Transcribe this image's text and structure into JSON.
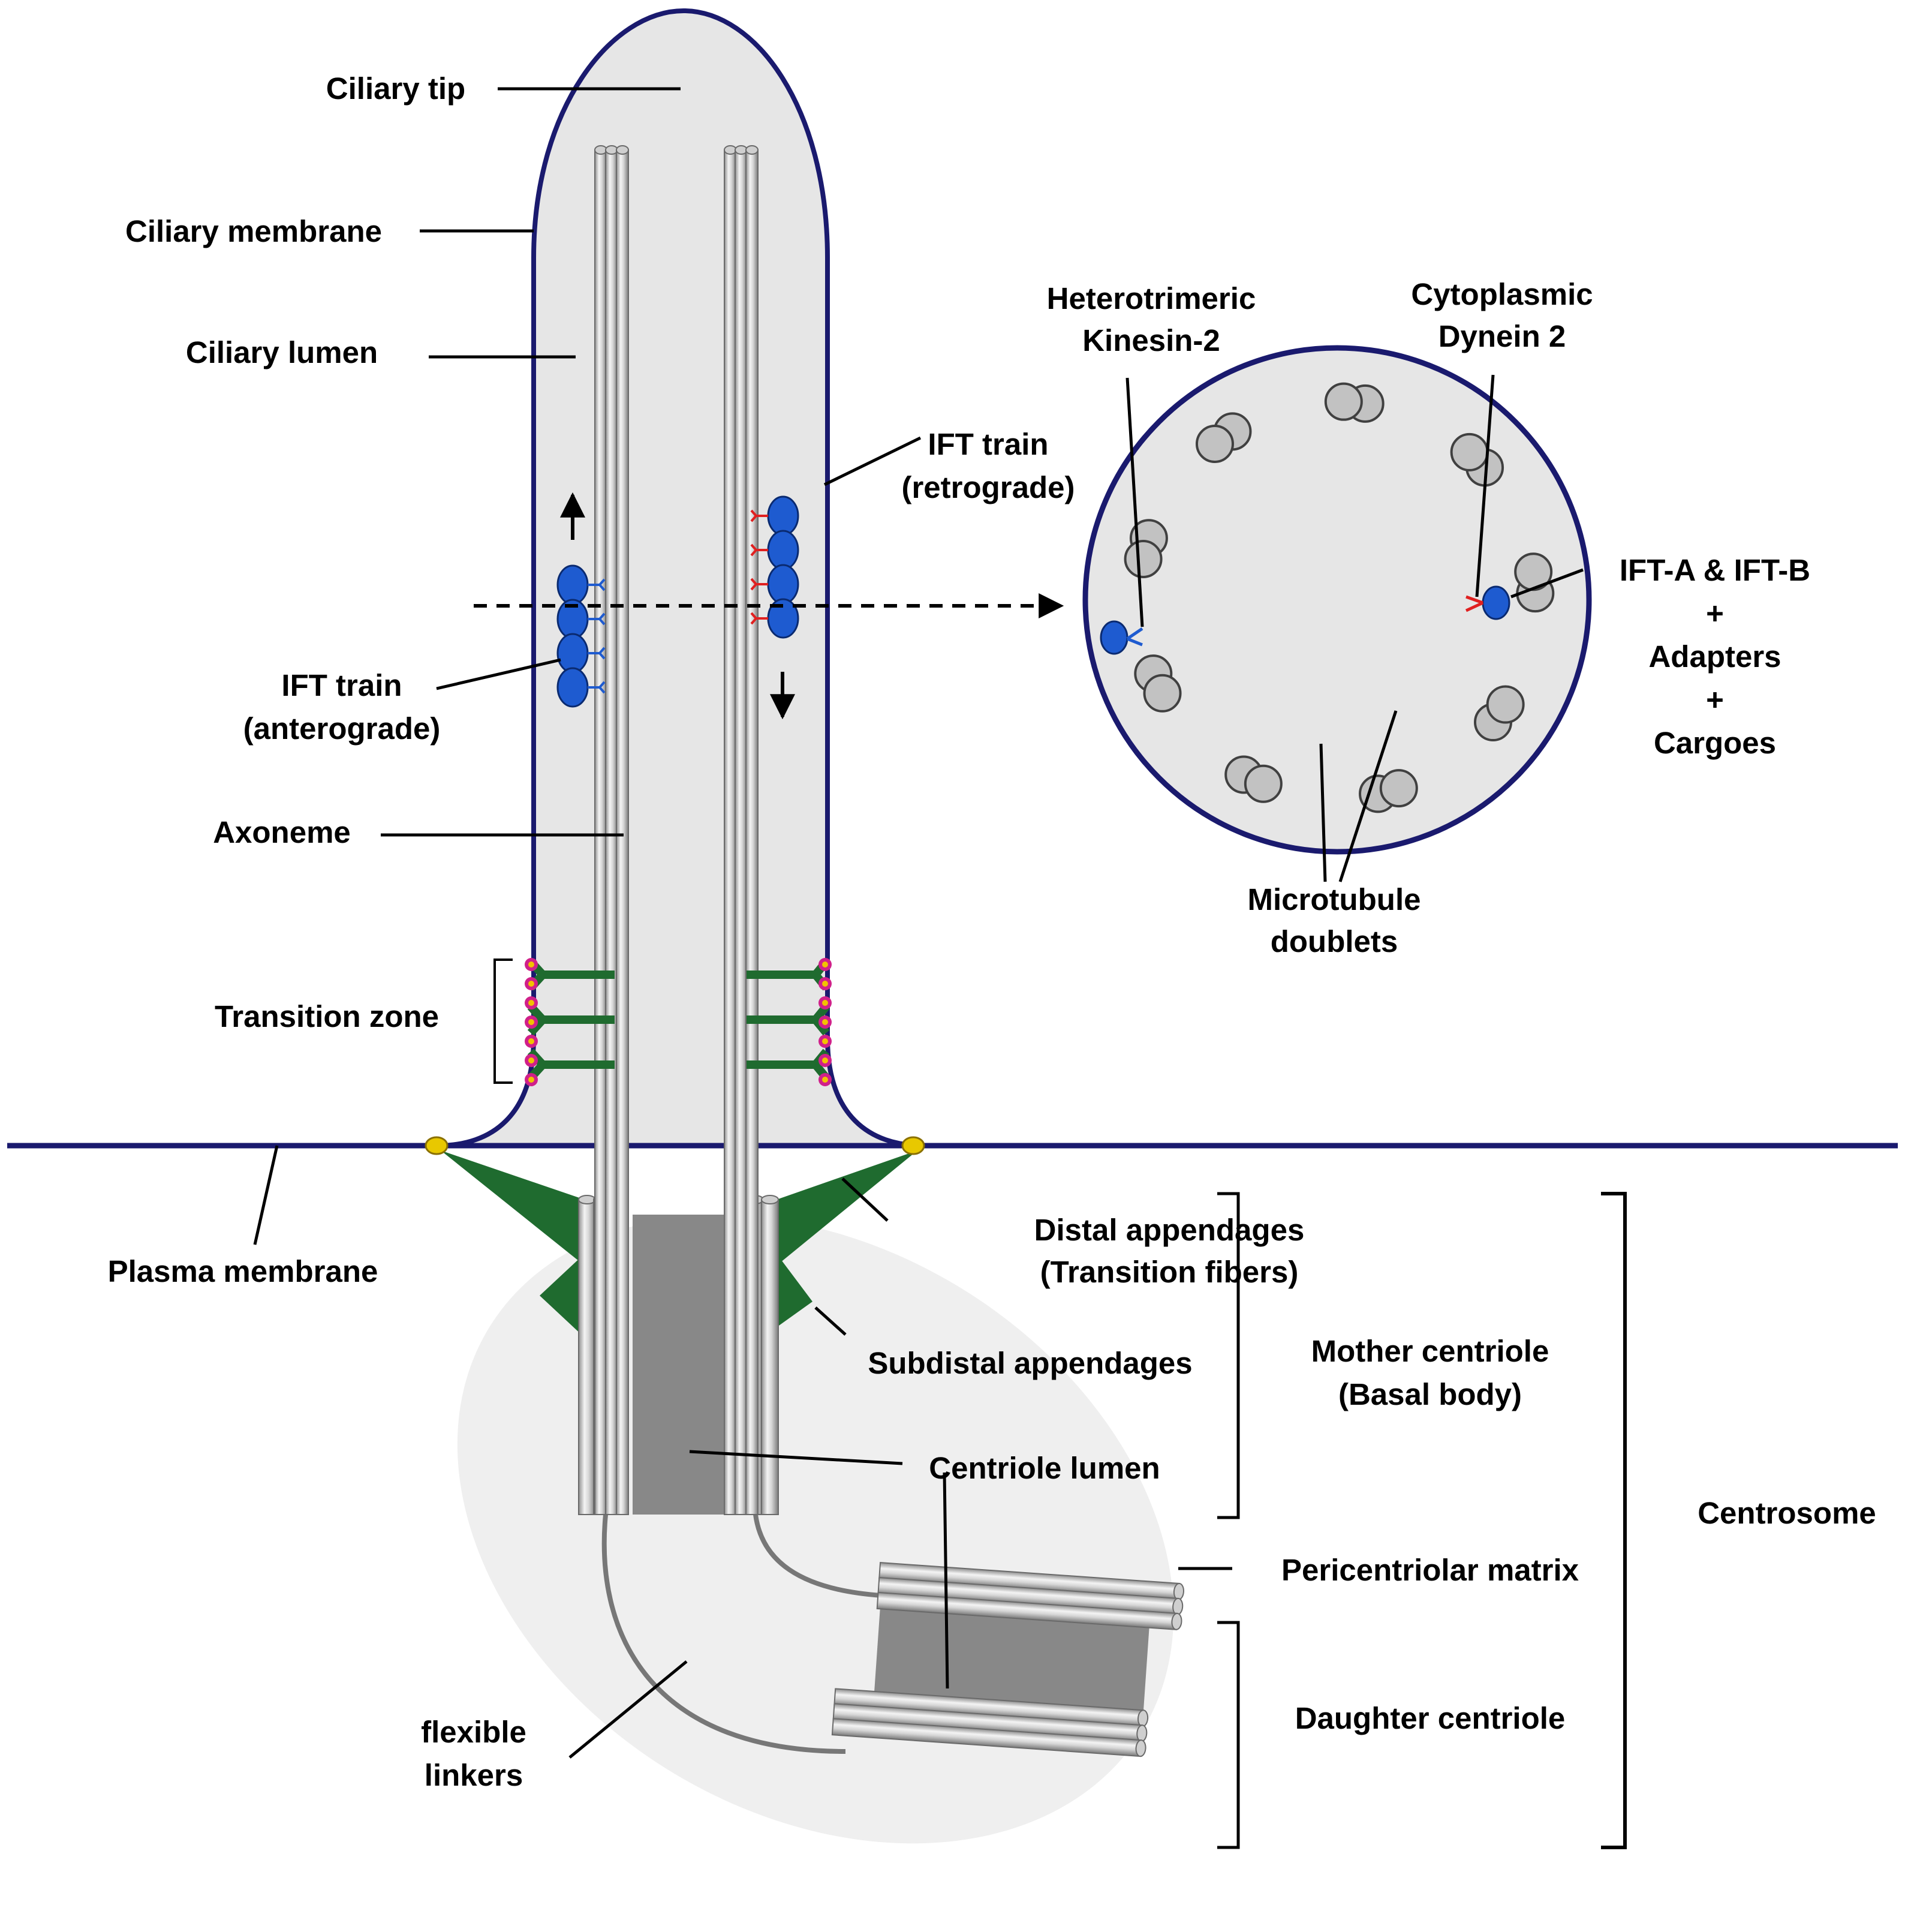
{
  "colors": {
    "membrane": "#1a1a6e",
    "lumen": "#e6e6e6",
    "pcm": "#efefef",
    "appendage": "#1f6b2f",
    "ift": "#1e5bd0",
    "dynein": "#e02020",
    "tz_bead": "#d0208a",
    "tz_bead_core": "#f2c200",
    "anchor": "#e8c800",
    "centriole_lumen": "#888888",
    "doublet": "#c2c2c2"
  },
  "labels": {
    "ciliary_tip": "Ciliary tip",
    "ciliary_membrane": "Ciliary membrane",
    "ciliary_lumen": "Ciliary lumen",
    "ift_retro_1": "IFT train",
    "ift_retro_2": "(retrograde)",
    "ift_antero_1": "IFT train",
    "ift_antero_2": "(anterograde)",
    "axoneme": "Axoneme",
    "transition_zone": "Transition zone",
    "plasma_membrane": "Plasma membrane",
    "distal_1": "Distal appendages",
    "distal_2": "(Transition fibers)",
    "subdistal": "Subdistal appendages",
    "mother_1": "Mother centriole",
    "mother_2": "(Basal body)",
    "centrosome": "Centrosome",
    "centriole_lumen": "Centriole lumen",
    "pcm": "Pericentriolar matrix",
    "daughter": "Daughter centriole",
    "flexible_1": "flexible",
    "flexible_2": "linkers",
    "kinesin_1": "Heterotrimeric",
    "kinesin_2": "Kinesin-2",
    "dynein_1": "Cytoplasmic",
    "dynein_2": "Dynein 2",
    "ift_ab_1": "IFT-A & IFT-B",
    "ift_ab_2": "+",
    "ift_ab_3": "Adapters",
    "ift_ab_4": "+",
    "ift_ab_5": "Cargoes",
    "mt_1": "Microtubule",
    "mt_2": "doublets"
  }
}
